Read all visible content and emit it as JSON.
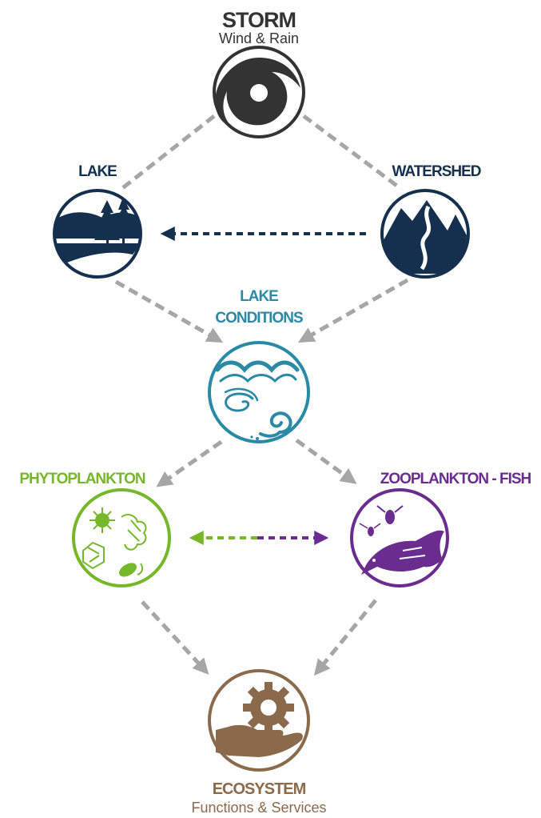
{
  "nodes": {
    "storm": {
      "title": "STORM",
      "subtitle": "Wind & Rain",
      "color": "#333333"
    },
    "lake": {
      "title": "LAKE",
      "color": "#14304e"
    },
    "watershed": {
      "title": "WATERSHED",
      "color": "#14304e"
    },
    "lake_conditions": {
      "title_line1": "LAKE",
      "title_line2": "CONDITIONS",
      "color": "#2a8aa6"
    },
    "phytoplankton": {
      "title": "PHYTOPLANKTON",
      "color": "#76b82a"
    },
    "zooplankton_fish": {
      "title": "ZOOPLANKTON - FISH",
      "color": "#6b2c8f"
    },
    "ecosystem": {
      "title": "ECOSYSTEM",
      "subtitle": "Functions & Services",
      "color": "#8a6a4a"
    }
  },
  "icons": {
    "storm": "hurricane-icon",
    "lake": "lake-trees-icon",
    "watershed": "mountains-river-icon",
    "lake_conditions": "waves-swirl-icon",
    "phytoplankton": "phytoplankton-cells-icon",
    "zooplankton_fish": "fish-zooplankton-icon",
    "ecosystem": "hand-gear-icon"
  },
  "colors": {
    "connector_gray": "#a6a6a6",
    "lake_arrow": "#14304e",
    "phyto_arrow": "#76b82a",
    "zoo_arrow": "#6b2c8f"
  }
}
